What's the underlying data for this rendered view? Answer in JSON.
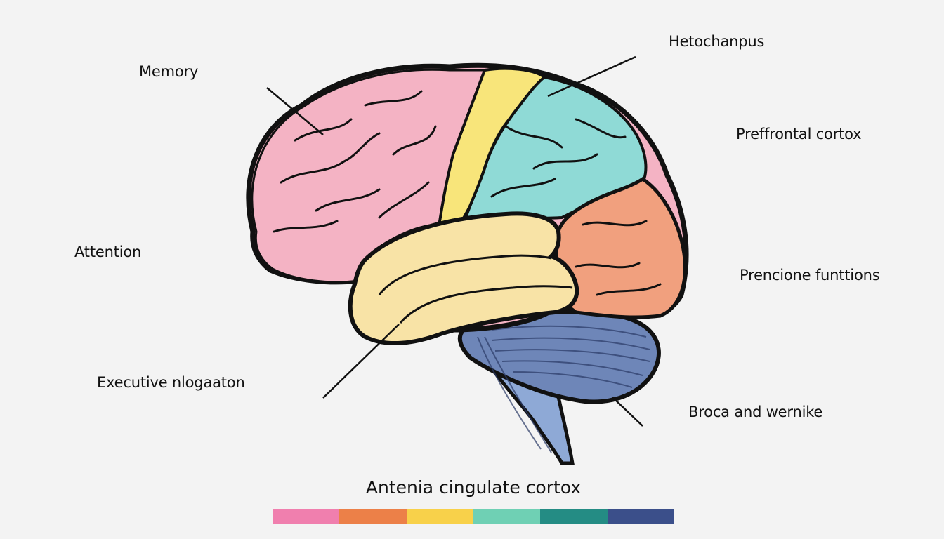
{
  "diagram": {
    "type": "labeled brain illustration",
    "labels": {
      "memory": "Memory",
      "attention": "Attention",
      "executive": "Executive nlogaaton",
      "hippocampus": "Hetochanpus",
      "prefrontal": "Preffrontal cortox",
      "functions": "Prencione funttions",
      "broca": "Broca and wernike"
    },
    "caption": "Antenia cingulate cortox",
    "legend_colors": [
      "#f07fae",
      "#ec8048",
      "#f8d14a",
      "#6fd0b4",
      "#248c84",
      "#3b4f8a"
    ],
    "region_colors": {
      "frontal_pink": "#f4b3c4",
      "central_yellow": "#f8e57a",
      "parietal_teal": "#8fdad6",
      "occipital_orange": "#f1a07e",
      "temporal_cream": "#f8e3a6",
      "cerebellum_blue": "#6e86b8",
      "brainstem_blue": "#8ea9d6"
    }
  }
}
